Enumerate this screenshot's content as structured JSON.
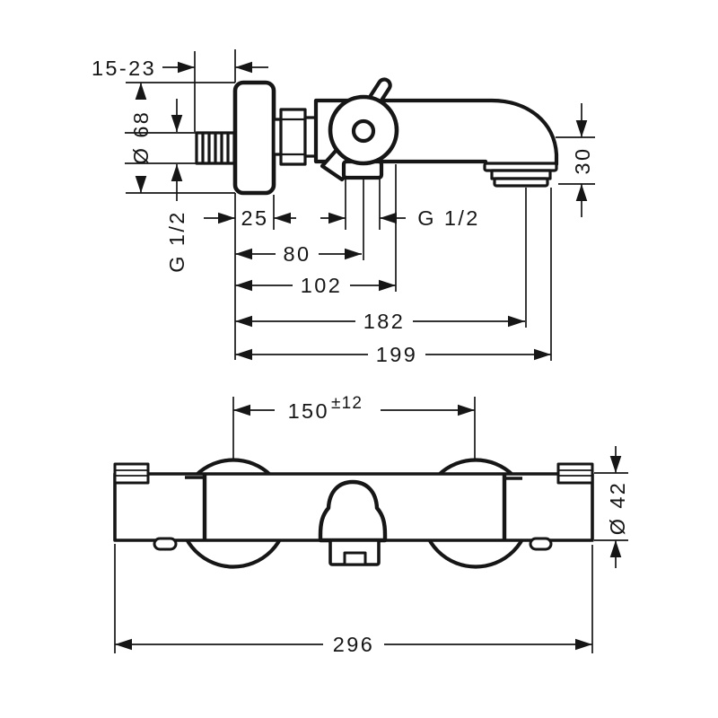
{
  "colors": {
    "ink": "#161616",
    "background": "#ffffff"
  },
  "top_view": {
    "dims": {
      "wall_offset": "15-23",
      "escutcheon_diameter": "Ø 68",
      "inlet_thread": "G 1/2",
      "escutcheon_depth": "25",
      "shower_outlet_thread": "G 1/2",
      "wall_to_outlet": "80",
      "wall_to_body_end": "102",
      "wall_to_aerator": "182",
      "wall_to_spout_tip": "199",
      "spout_end_height": "30"
    }
  },
  "front_view": {
    "dims": {
      "connection_centers": "150",
      "connection_tolerance": "±12",
      "body_diameter": "Ø 42",
      "overall_width": "296"
    }
  }
}
